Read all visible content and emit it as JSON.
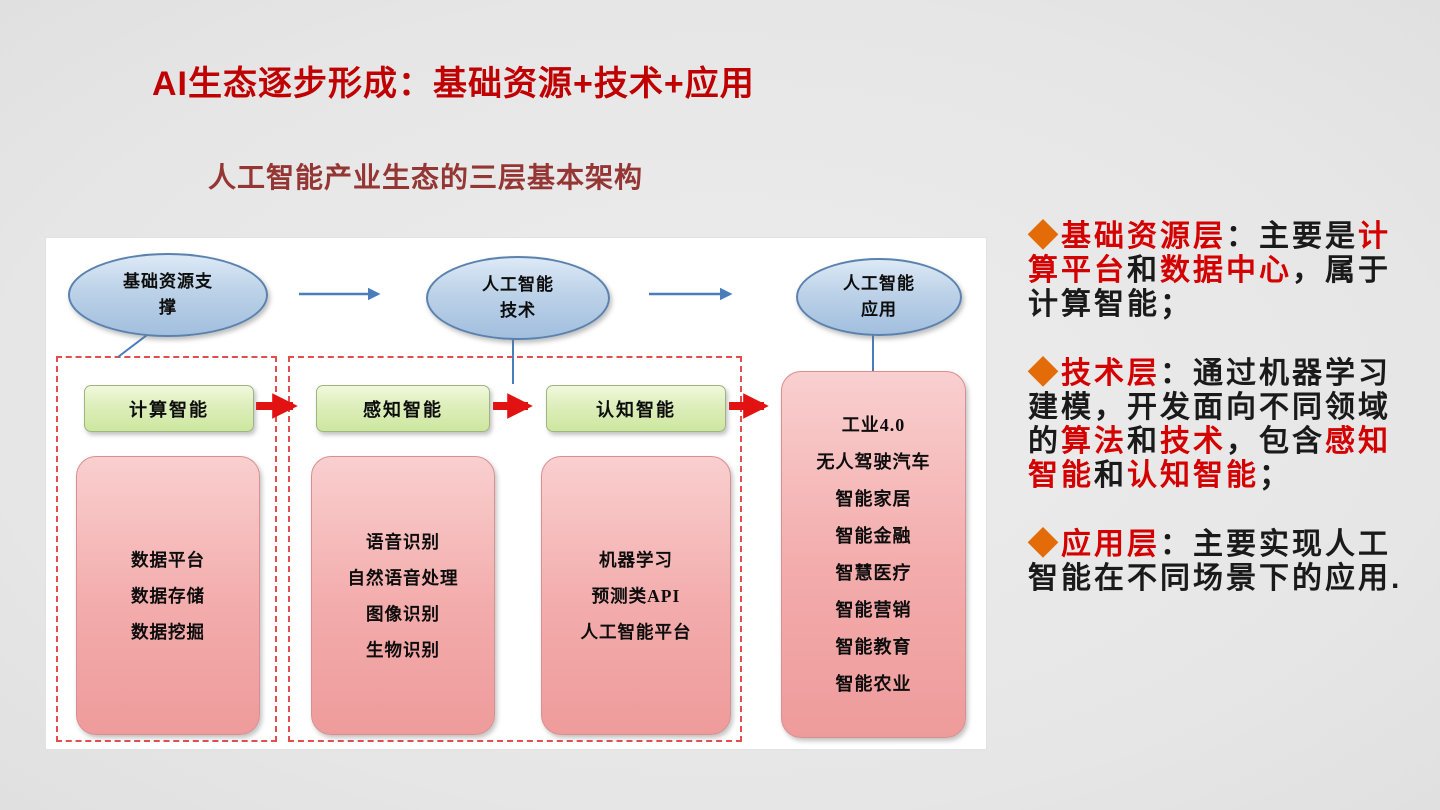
{
  "title": "AI生态逐步形成：基础资源+技术+应用",
  "subtitle": "人工智能产业生态的三层基本架构",
  "colors": {
    "red": "#d40000",
    "black": "#1a1a1a",
    "bullet": "#e36c09",
    "title": "#c00000",
    "subtitle": "#943634",
    "arrow_blue": "#4a7ebb",
    "arrow_red": "#e21212"
  },
  "diagram": {
    "ellipses": [
      {
        "lines": [
          "基础资源支",
          "撑"
        ]
      },
      {
        "lines": [
          "人工智能",
          "技术"
        ]
      },
      {
        "lines": [
          "人工智能",
          "应用"
        ]
      }
    ],
    "green_boxes": [
      "计算智能",
      "感知智能",
      "认知智能"
    ],
    "pink_boxes": [
      {
        "lines": [
          "数据平台",
          "数据存储",
          "数据挖掘"
        ]
      },
      {
        "lines": [
          "语音识别",
          "自然语音处理",
          "图像识别",
          "生物识别"
        ]
      },
      {
        "lines": [
          "机器学习",
          "预测类API",
          "人工智能平台"
        ]
      },
      {
        "lines": [
          "工业4.0",
          "无人驾驶汽车",
          "智能家居",
          "智能金融",
          "智慧医疗",
          "智能营销",
          "智能教育",
          "智能农业"
        ]
      }
    ]
  },
  "bullets": [
    {
      "segments": [
        {
          "t": "◆",
          "c": "bullet"
        },
        {
          "t": "基础资源层",
          "c": "red"
        },
        {
          "t": "：主要是",
          "c": "black"
        },
        {
          "t": "计算平台",
          "c": "red"
        },
        {
          "t": "和",
          "c": "black"
        },
        {
          "t": "数据中心",
          "c": "red"
        },
        {
          "t": "，属于计算智能；",
          "c": "black"
        }
      ]
    },
    {
      "segments": [
        {
          "t": "◆",
          "c": "bullet"
        },
        {
          "t": "技术层",
          "c": "red"
        },
        {
          "t": "：通过机器学习建模，开发面向不同领域的",
          "c": "black"
        },
        {
          "t": "算法",
          "c": "red"
        },
        {
          "t": "和",
          "c": "black"
        },
        {
          "t": "技术",
          "c": "red"
        },
        {
          "t": "，包含",
          "c": "black"
        },
        {
          "t": "感知智能",
          "c": "red"
        },
        {
          "t": "和",
          "c": "black"
        },
        {
          "t": "认知智能",
          "c": "red"
        },
        {
          "t": "；",
          "c": "black"
        }
      ]
    },
    {
      "segments": [
        {
          "t": "◆",
          "c": "bullet"
        },
        {
          "t": "应用层",
          "c": "red"
        },
        {
          "t": "：主要实现人工智能在不同场景下的应用.",
          "c": "black"
        }
      ]
    }
  ]
}
